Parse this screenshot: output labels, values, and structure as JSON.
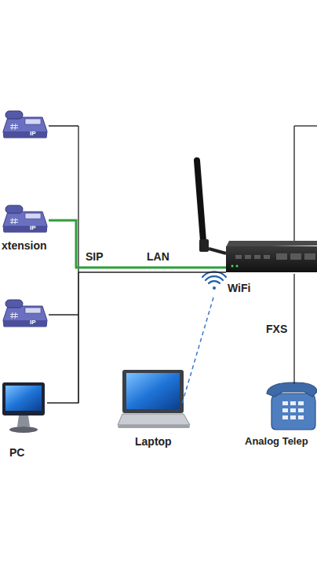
{
  "diagram": {
    "nodes": [
      {
        "text": [
          "xtension"
        ]
      },
      {
        "text": [
          "WiFi"
        ]
      },
      {
        "text": [
          "PC"
        ]
      },
      {
        "text": [
          "Laptop"
        ]
      },
      {
        "text": [
          "Analog Telep"
        ]
      }
    ],
    "edges": [
      {
        "from": 0,
        "to": 1,
        "label": "SIP",
        "arrow": "none"
      },
      {
        "from": 2,
        "to": 1,
        "arrow": "none"
      },
      {
        "from": 1,
        "to": 3,
        "arrow": "none"
      },
      {
        "from": 1,
        "to": 4,
        "label": "FXS",
        "arrow": "none"
      }
    ],
    "labels": [
      "LAN",
      "IP",
      "IP",
      "IP"
    ]
  }
}
